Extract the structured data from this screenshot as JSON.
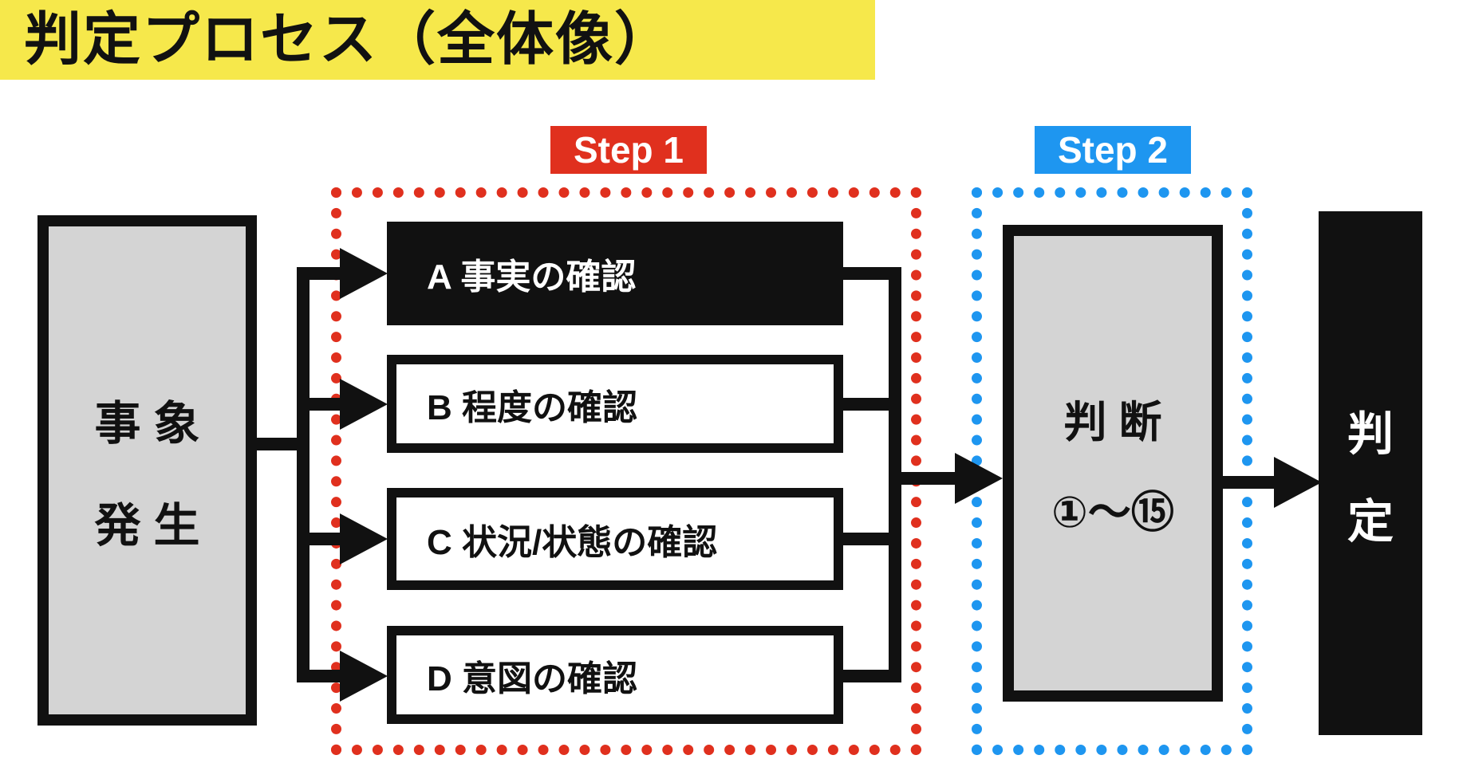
{
  "title": {
    "text": "判定プロセス（全体像）"
  },
  "steps": [
    {
      "label": "Step 1",
      "color": "#E0301E"
    },
    {
      "label": "Step 2",
      "color": "#1E96F0"
    }
  ],
  "nodes": {
    "source": {
      "line1": "事 象",
      "line2": "発 生"
    },
    "checks": [
      {
        "id": "A",
        "label": "A 事実の確認",
        "style": "black-filled"
      },
      {
        "id": "B",
        "label": "B 程度の確認",
        "style": "outlined"
      },
      {
        "id": "C",
        "label": "C 状況/状態の確認",
        "style": "outlined"
      },
      {
        "id": "D",
        "label": "D 意図の確認",
        "style": "outlined"
      }
    ],
    "judgment": {
      "line1": "判 断",
      "line2": "①～⑮"
    },
    "verdict": {
      "line1": "判",
      "line2": "定"
    }
  },
  "edges": [
    {
      "from": "事象発生",
      "to": "A 事実の確認"
    },
    {
      "from": "事象発生",
      "to": "B 程度の確認"
    },
    {
      "from": "事象発生",
      "to": "C 状況/状態の確認"
    },
    {
      "from": "事象発生",
      "to": "D 意図の確認"
    },
    {
      "from": "Step 1 (A–D)",
      "to": "判断 ①～⑮"
    },
    {
      "from": "判断 ①～⑮",
      "to": "判定"
    }
  ],
  "colors": {
    "highlight_yellow": "#F6E84B",
    "step1_red": "#E0301E",
    "step2_blue": "#1E96F0",
    "box_gray": "#D4D4D4",
    "ink_black": "#111111"
  }
}
